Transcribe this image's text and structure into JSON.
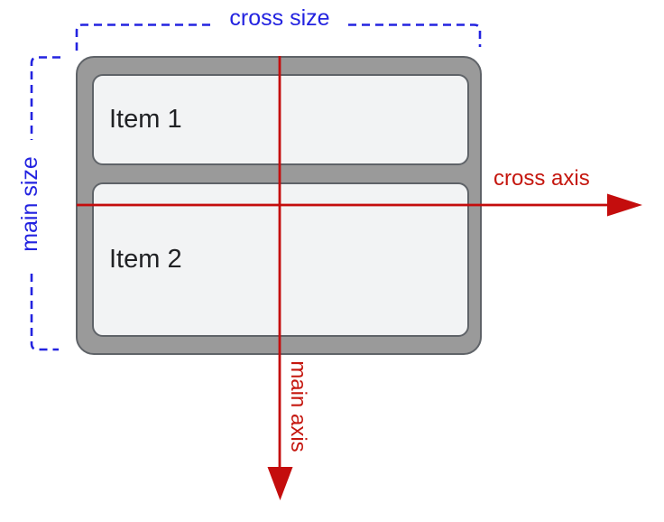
{
  "diagram": {
    "type": "flexbox-axes-diagram",
    "labels": {
      "cross_size": "cross size",
      "main_size": "main size",
      "cross_axis": "cross axis",
      "main_axis": "main axis"
    },
    "container": {
      "items": [
        {
          "label": "Item 1"
        },
        {
          "label": "Item 2"
        }
      ]
    },
    "colors": {
      "size_bracket_blue": "#2323e0",
      "axis_red": "#c40d0d",
      "axis_label_red": "#c5170f",
      "container_fill": "#9a9a9a",
      "container_border": "#5f6368",
      "item_fill": "#f2f3f4",
      "item_border": "#5f6368",
      "item_text": "#202124",
      "background": "#ffffff"
    }
  }
}
